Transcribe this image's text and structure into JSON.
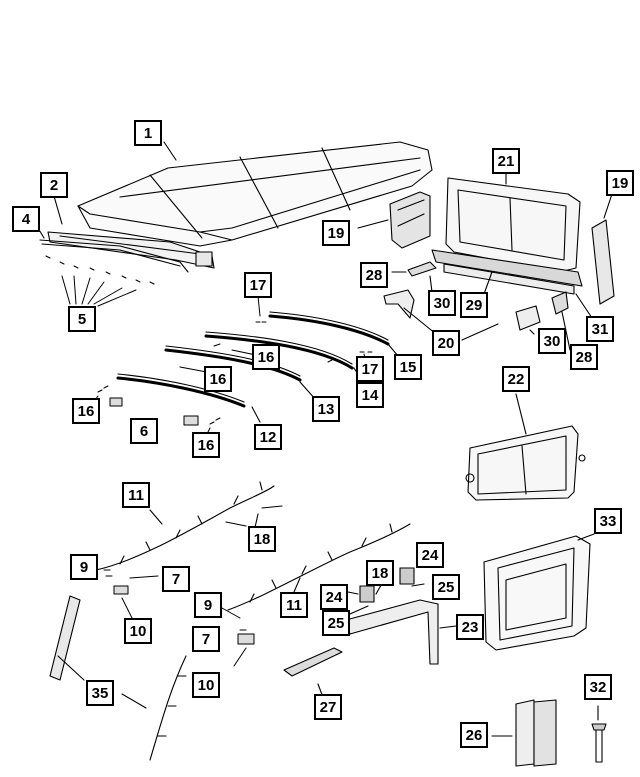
{
  "diagram": {
    "type": "exploded-parts-diagram",
    "callouts": {
      "c1": "1",
      "c2": "2",
      "c4": "4",
      "c5": "5",
      "c6": "6",
      "c7a": "7",
      "c7b": "7",
      "c9a": "9",
      "c9b": "9",
      "c10a": "10",
      "c10b": "10",
      "c11a": "11",
      "c11b": "11",
      "c12": "12",
      "c13": "13",
      "c14": "14",
      "c15": "15",
      "c16a": "16",
      "c16b": "16",
      "c16c": "16",
      "c16d": "16",
      "c17a": "17",
      "c17b": "17",
      "c18a": "18",
      "c18b": "18",
      "c19a": "19",
      "c19b": "19",
      "c20": "20",
      "c21": "21",
      "c22": "22",
      "c23": "23",
      "c24a": "24",
      "c24b": "24",
      "c25a": "25",
      "c25b": "25",
      "c26": "26",
      "c27": "27",
      "c28a": "28",
      "c28b": "28",
      "c29": "29",
      "c30a": "30",
      "c30b": "30",
      "c31": "31",
      "c32": "32",
      "c33": "33",
      "c35": "35"
    }
  }
}
